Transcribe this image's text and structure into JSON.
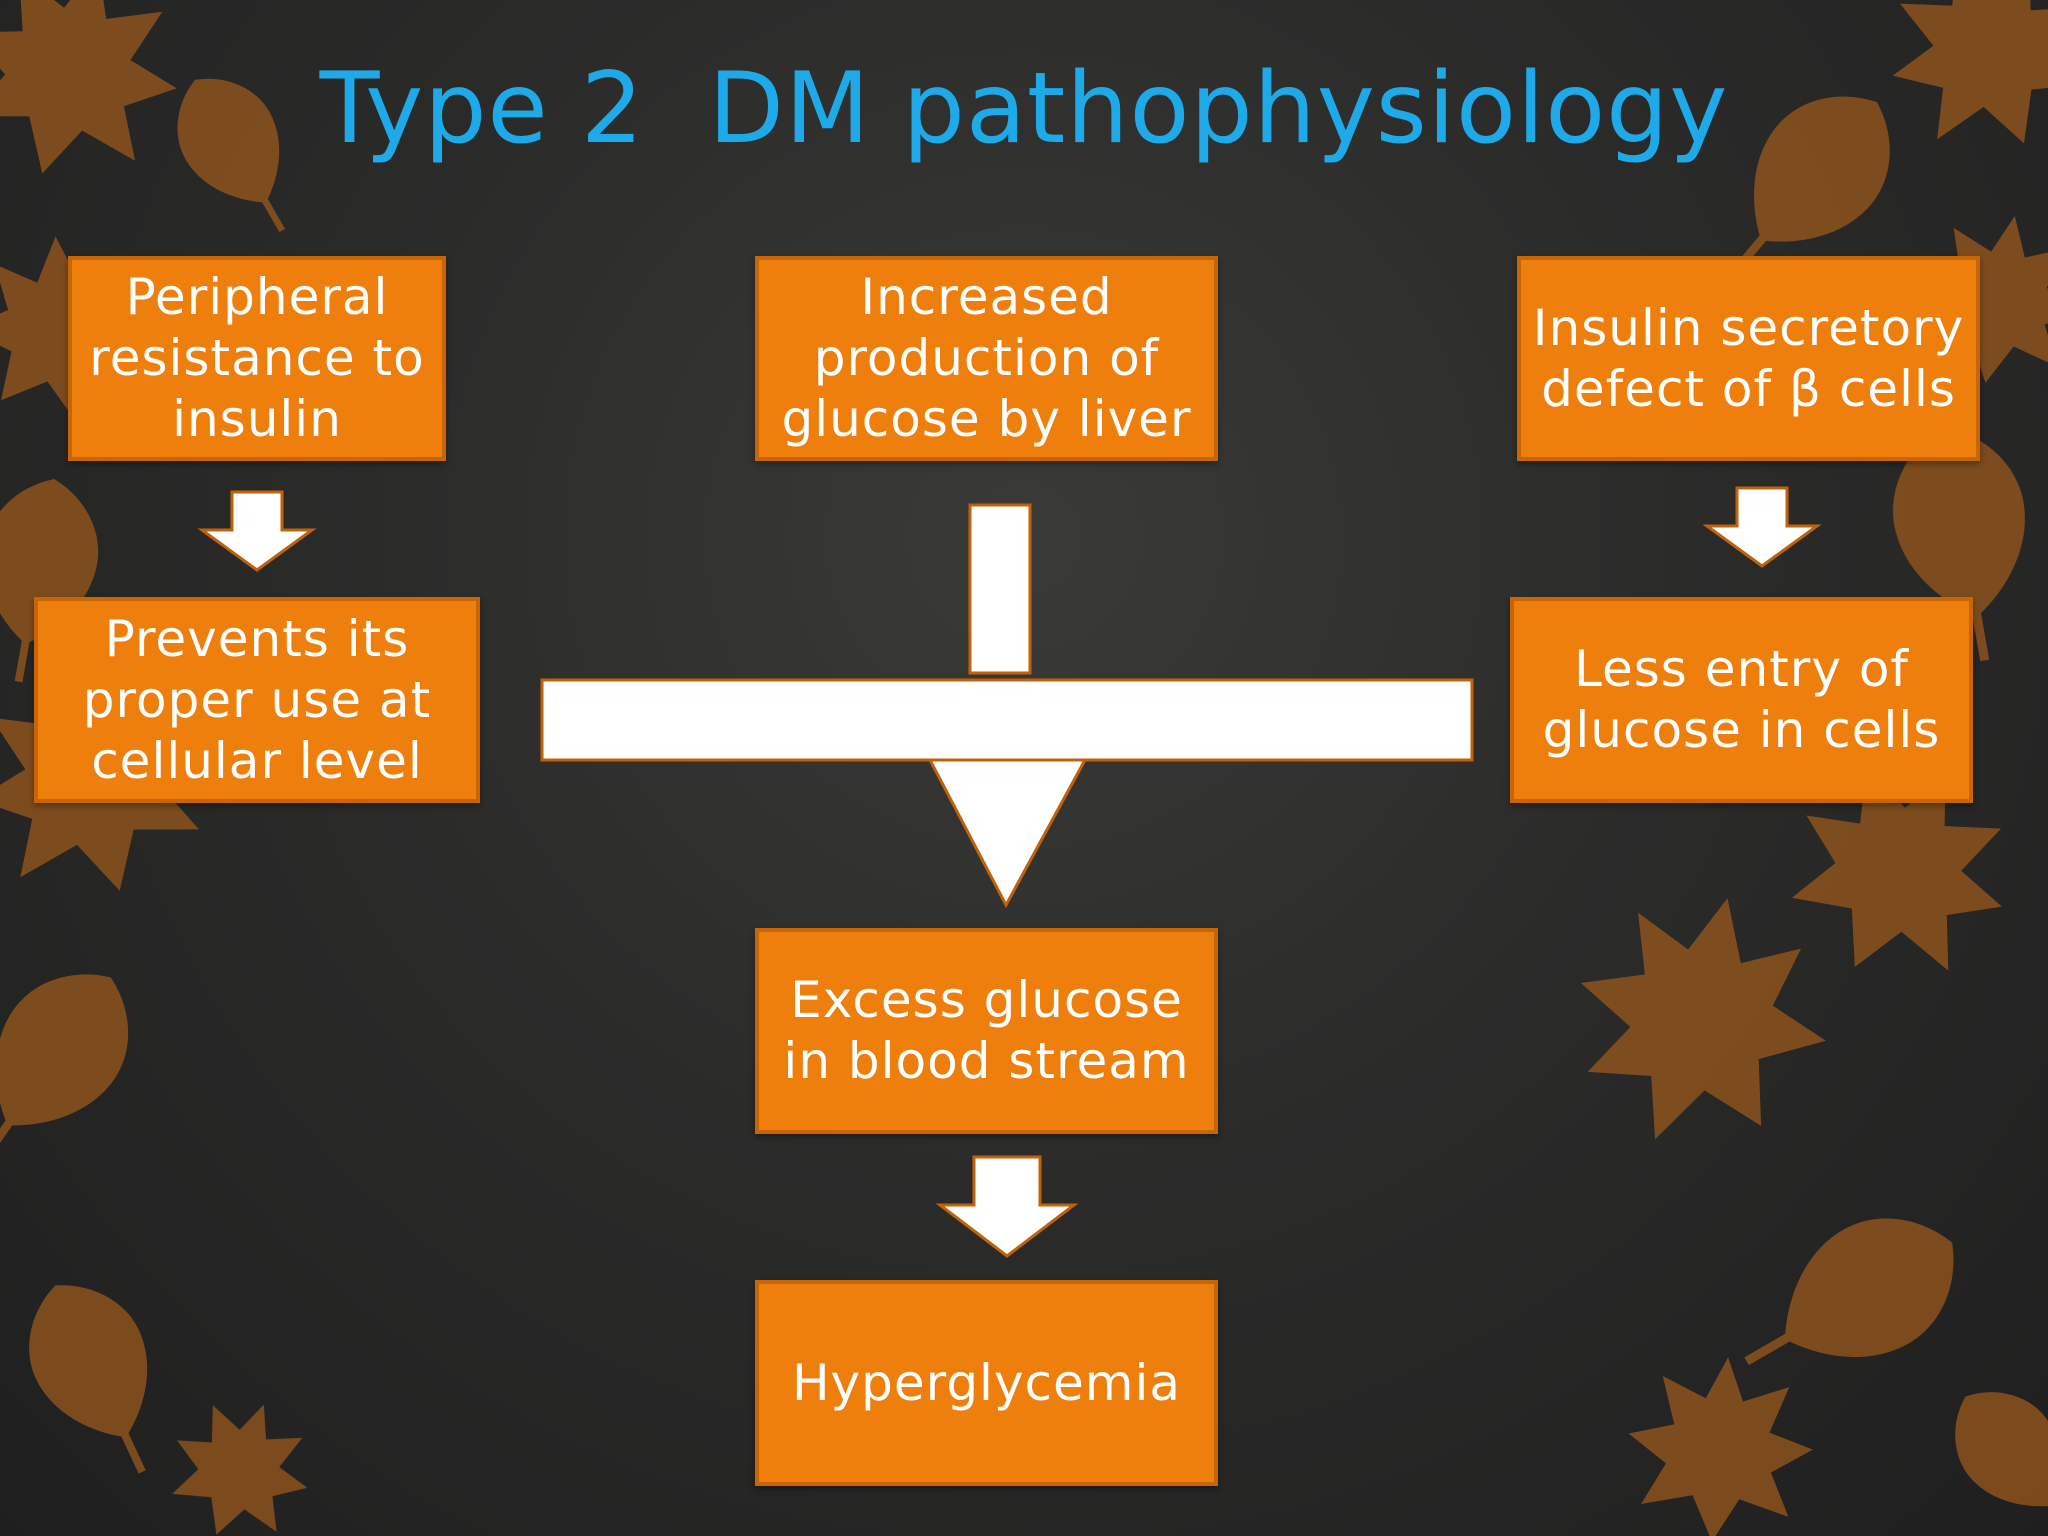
{
  "slide": {
    "title": "Type 2  DM pathophysiology"
  },
  "diagram": {
    "boxes": {
      "peripheral_resistance": "Peripheral resistance to insulin",
      "increased_production": "Increased production of glucose by liver",
      "insulin_secretory": "Insulin secretory defect of β cells",
      "prevents_use": "Prevents its proper use at cellular level",
      "less_entry": "Less entry of glucose in cells",
      "excess_glucose": "Excess glucose in blood stream",
      "hyperglycemia": "Hyperglycemia"
    },
    "colors": {
      "box_fill": "#ef7f0c",
      "box_border": "#c86507",
      "arrow_fill": "#ffffff",
      "title": "#1ea9e8",
      "leaf": "#9a5a1c"
    },
    "icons": {
      "arrow": "down-arrow-icon",
      "decoration": "autumn-leaf-icon"
    }
  }
}
